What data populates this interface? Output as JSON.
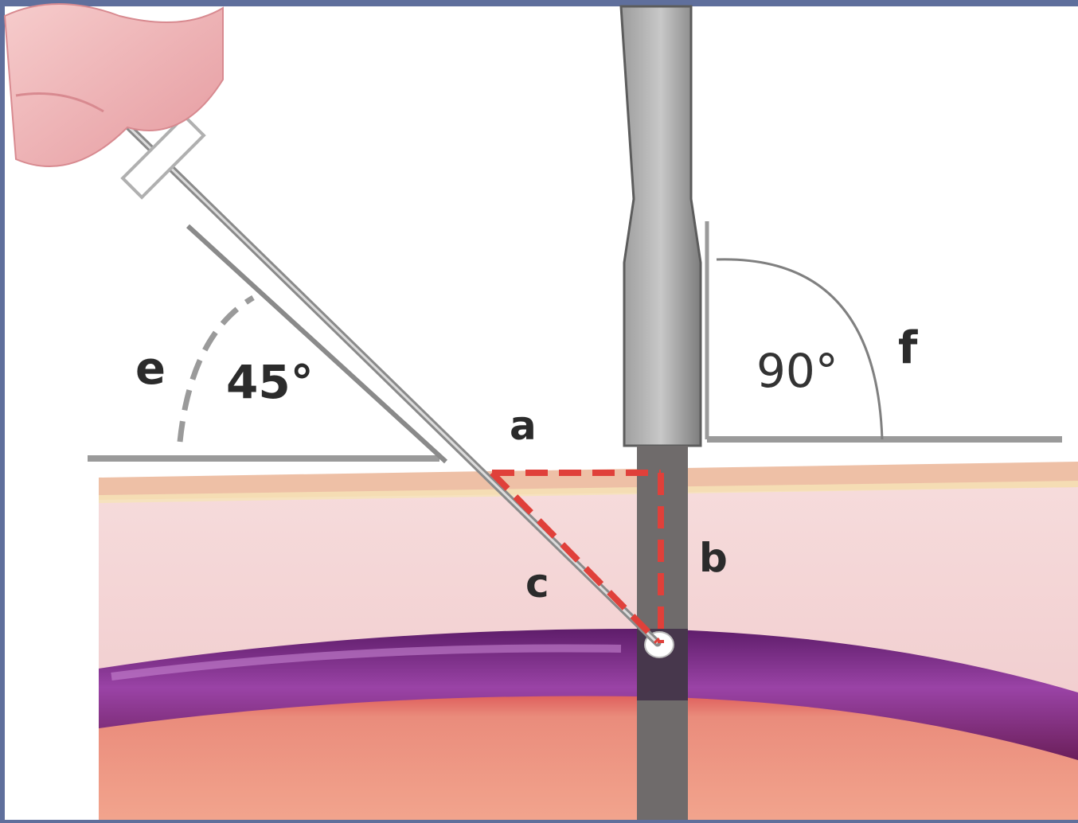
{
  "figure": {
    "labels": {
      "a": "a",
      "b": "b",
      "c": "c",
      "e": "e",
      "f": "f"
    },
    "angles": {
      "needle": "45°",
      "blade": "90°"
    },
    "colors": {
      "frame": "#5f6f9c",
      "background": "#ffffff",
      "dermis": "#f3cfcf",
      "epidermis": "#e8b49a",
      "muscle_layer": "#7a2a7e",
      "deep_tissue": "#e98b7a",
      "instrument": "#8c8c8c",
      "dashed_lines": "#e0403a",
      "skin_line": "#9a9a9a"
    }
  }
}
